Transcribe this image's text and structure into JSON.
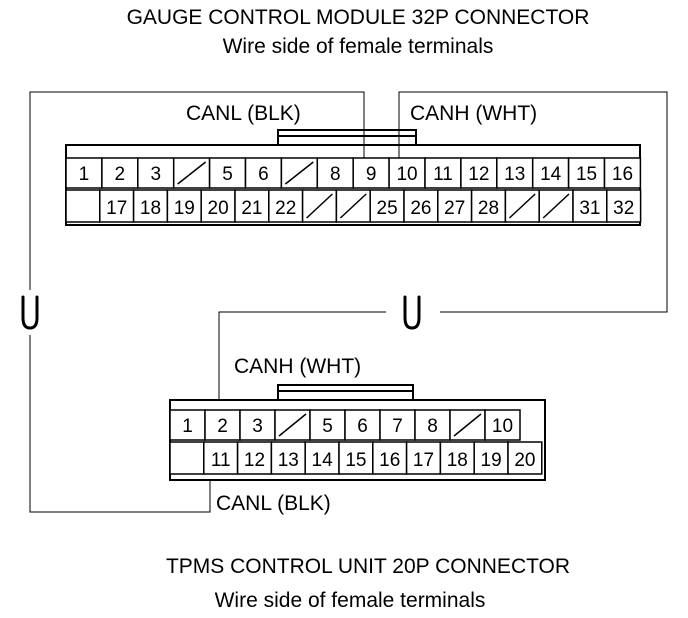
{
  "gauge": {
    "title": "GAUGE CONTROL MODULE 32P CONNECTOR",
    "subtitle": "Wire side of female terminals",
    "canl_label": "CANL (BLK)",
    "canh_label": "CANH (WHT)",
    "row1": [
      "1",
      "2",
      "3",
      "",
      "5",
      "6",
      "",
      "8",
      "9",
      "10",
      "11",
      "12",
      "13",
      "14",
      "15",
      "16"
    ],
    "row2": [
      "",
      "17",
      "18",
      "19",
      "20",
      "21",
      "22",
      "",
      "",
      "25",
      "26",
      "27",
      "28",
      "",
      "",
      "31",
      "32"
    ]
  },
  "tpms": {
    "title": "TPMS CONTROL UNIT 20P CONNECTOR",
    "subtitle": "Wire side of female terminals",
    "canh_label": "CANH (WHT)",
    "canl_label": "CANL (BLK)",
    "row1": [
      "1",
      "2",
      "3",
      "",
      "5",
      "6",
      "7",
      "8",
      "",
      "10"
    ],
    "row2": [
      "",
      "11",
      "12",
      "13",
      "14",
      "15",
      "16",
      "17",
      "18",
      "19",
      "20"
    ]
  }
}
